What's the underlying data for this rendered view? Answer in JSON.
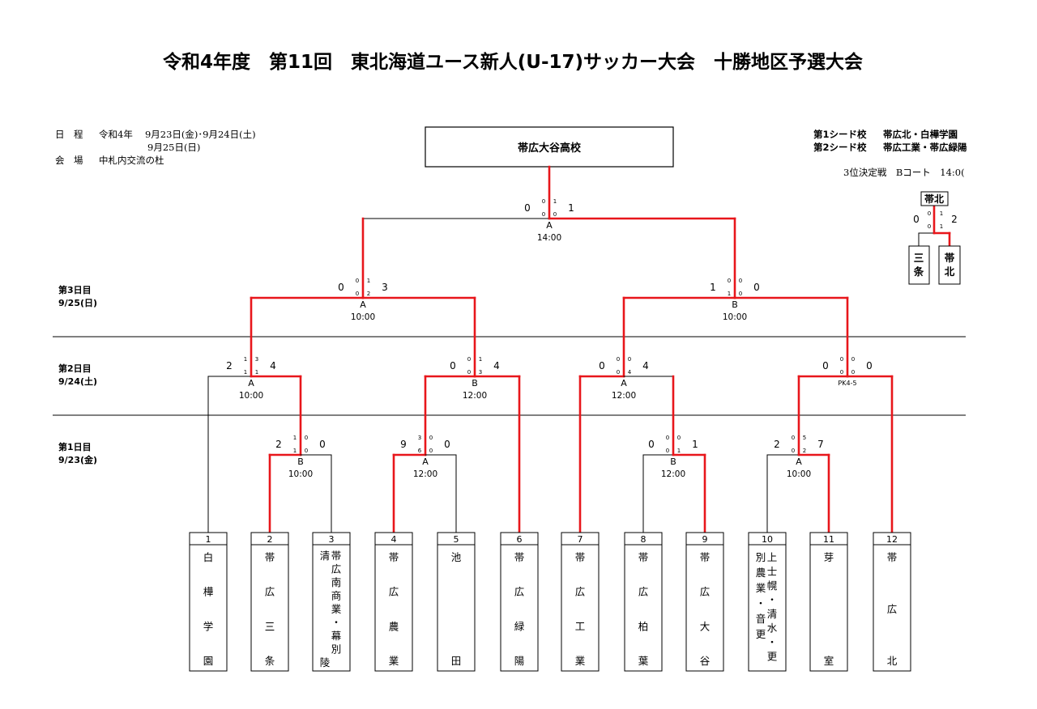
{
  "title": "令和4年度　第11回　東北海道ユース新人(U-17)サッカー大会　十勝地区予選大会",
  "schedule": {
    "line1_label": "日　程",
    "line1_value": "令和4年　 9月23日(金)･9月24日(土)",
    "line2_value": "9月25日(日)",
    "line3_label": "会　場",
    "line3_value": "中札内交流の杜"
  },
  "seeds": {
    "seed1_label": "第1シード校",
    "seed1_value": "帯広北・白樺学園",
    "seed2_label": "第2シード校",
    "seed2_value": "帯広工業・帯広緑陽"
  },
  "third_place": {
    "caption": "3位決定戦　Bコート　14:0(",
    "winner": "帯北",
    "left_score": "0",
    "right_score": "2",
    "left_halves": [
      "0",
      "0"
    ],
    "right_halves": [
      "1",
      "1"
    ],
    "left_team": "三条",
    "right_team": "帯北"
  },
  "champion": "帯広大谷高校",
  "day_labels": [
    {
      "day": "第3日目",
      "date": "9/25(日)"
    },
    {
      "day": "第2日目",
      "date": "9/24(土)"
    },
    {
      "day": "第1日目",
      "date": "9/23(金)"
    }
  ],
  "teams": [
    {
      "no": "1",
      "name": "白樺学園"
    },
    {
      "no": "2",
      "name": "帯広三条"
    },
    {
      "no": "3",
      "name": "帯広南商業・清幕別陵"
    },
    {
      "no": "4",
      "name": "帯広農業"
    },
    {
      "no": "5",
      "name": "池田"
    },
    {
      "no": "6",
      "name": "帯広緑陽"
    },
    {
      "no": "7",
      "name": "帯広工業"
    },
    {
      "no": "8",
      "name": "帯広柏葉"
    },
    {
      "no": "9",
      "name": "帯広大谷"
    },
    {
      "no": "10",
      "name": "上士幌・清水・更別農業・音更"
    },
    {
      "no": "11",
      "name": "芽室"
    },
    {
      "no": "12",
      "name": "帯広北"
    }
  ],
  "matches": [
    {
      "id": "r1a",
      "court": "B",
      "time": "10:00",
      "left": "2",
      "right": "0",
      "lh": [
        "1",
        "1"
      ],
      "rh": [
        "0",
        "0"
      ]
    },
    {
      "id": "r1b",
      "court": "A",
      "time": "12:00",
      "left": "9",
      "right": "0",
      "lh": [
        "3",
        "6"
      ],
      "rh": [
        "0",
        "0"
      ]
    },
    {
      "id": "r1c",
      "court": "B",
      "time": "12:00",
      "left": "0",
      "right": "1",
      "lh": [
        "0",
        "0"
      ],
      "rh": [
        "0",
        "1"
      ]
    },
    {
      "id": "r1d",
      "court": "A",
      "time": "10:00",
      "left": "2",
      "right": "7",
      "lh": [
        "0",
        "0"
      ],
      "rh": [
        "5",
        "2"
      ]
    },
    {
      "id": "r2a",
      "court": "A",
      "time": "10:00",
      "left": "2",
      "right": "4",
      "lh": [
        "1",
        "1"
      ],
      "rh": [
        "3",
        "1"
      ]
    },
    {
      "id": "r2b",
      "court": "B",
      "time": "12:00",
      "left": "0",
      "right": "4",
      "lh": [
        "0",
        "0"
      ],
      "rh": [
        "1",
        "3"
      ]
    },
    {
      "id": "r2c",
      "court": "A",
      "time": "12:00",
      "left": "0",
      "right": "4",
      "lh": [
        "0",
        "0"
      ],
      "rh": [
        "0",
        "4"
      ]
    },
    {
      "id": "r2d",
      "court": "",
      "time": "PK4-5",
      "left": "0",
      "right": "0",
      "lh": [
        "0",
        "0"
      ],
      "rh": [
        "0",
        "0"
      ]
    },
    {
      "id": "sfa",
      "court": "A",
      "time": "10:00",
      "left": "0",
      "right": "3",
      "lh": [
        "0",
        "0"
      ],
      "rh": [
        "1",
        "2"
      ]
    },
    {
      "id": "sfb",
      "court": "B",
      "time": "10:00",
      "left": "1",
      "right": "0",
      "lh": [
        "0",
        "1"
      ],
      "rh": [
        "0",
        "0"
      ]
    },
    {
      "id": "final",
      "court": "A",
      "time": "14:00",
      "left": "0",
      "right": "1",
      "lh": [
        "0",
        "0"
      ],
      "rh": [
        "1",
        "0"
      ]
    }
  ],
  "colors": {
    "win_line": "#e8161b",
    "line": "#000000"
  }
}
